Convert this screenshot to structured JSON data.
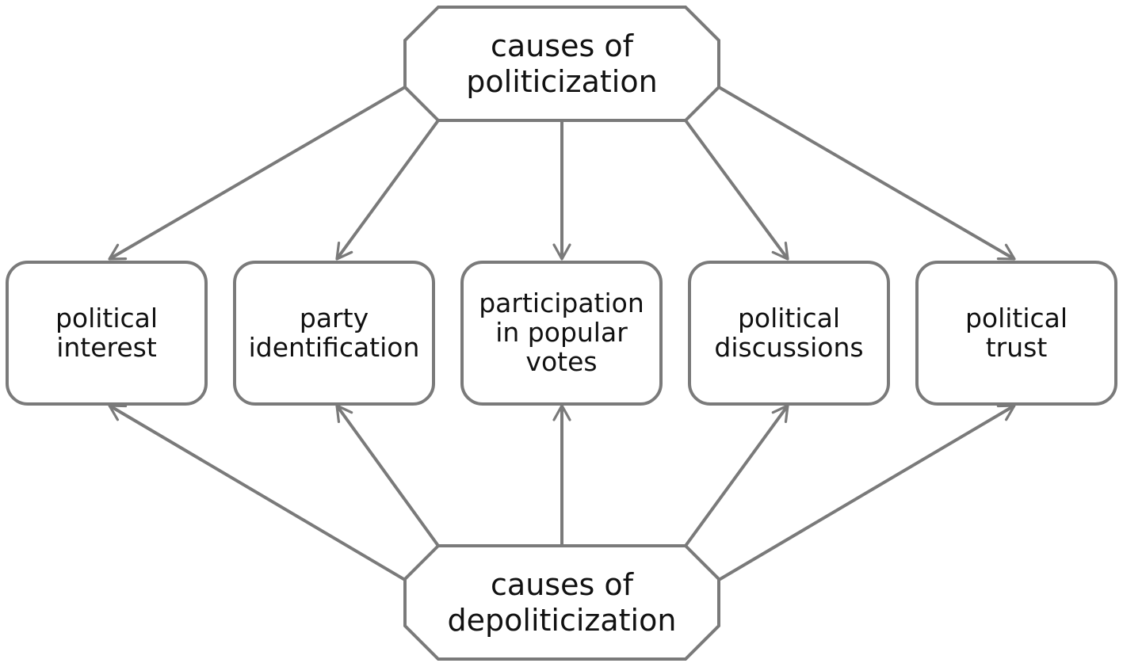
{
  "colors": {
    "stroke": "#7a7a7a",
    "text": "#111111",
    "background": "#ffffff"
  },
  "causes": {
    "politicization": {
      "line1": "causes of",
      "line2": "politicization"
    },
    "depoliticization": {
      "line1": "causes of",
      "line2": "depoliticization"
    }
  },
  "outcomes": [
    {
      "lines": [
        "political",
        "interest"
      ]
    },
    {
      "lines": [
        "party",
        "identification"
      ]
    },
    {
      "lines": [
        "participation",
        "in popular",
        "votes"
      ]
    },
    {
      "lines": [
        "political",
        "discussions"
      ]
    },
    {
      "lines": [
        "political",
        "trust"
      ]
    }
  ]
}
